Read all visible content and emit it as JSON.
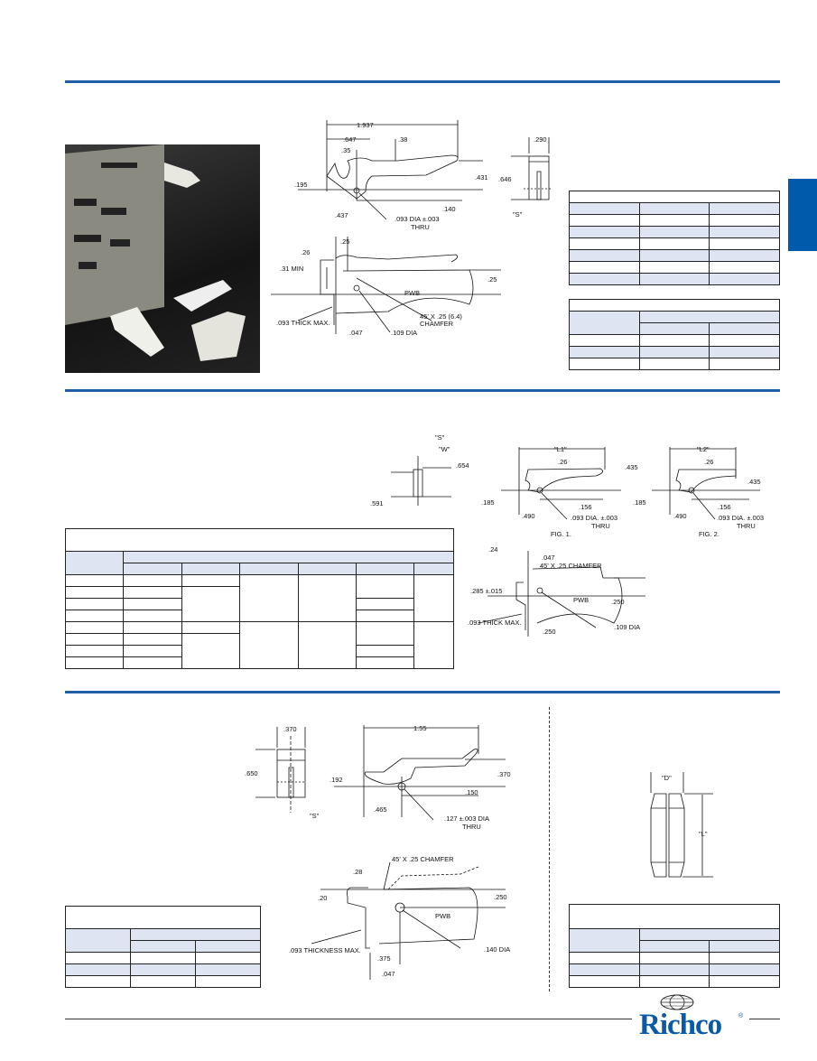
{
  "brand": {
    "logo_text": "Richco",
    "registered_mark": "®",
    "accent_color": "#1f5fa8",
    "tab_color": "#005aab",
    "table_shade": "#dfe4f2"
  },
  "section1": {
    "side_view": {
      "width": ".290",
      "height": ".646",
      "slot": "\"S\""
    },
    "profile": {
      "length": "1.937",
      "d647": ".647",
      "d38": ".38",
      "d35": ".35",
      "d195": ".195",
      "d431": ".431",
      "d140": ".140",
      "d437": ".437",
      "hole": ".093 DIA ±.003",
      "thru": "THRU"
    },
    "mount": {
      "d25a": ".25",
      "d26": ".26",
      "min": ".31 MIN",
      "d25b": ".25",
      "pwb": "PWB",
      "chamfer1": "45' X .25 (6.4)",
      "chamfer2": "CHAMFER",
      "thick": ".093 THICK MAX.",
      "d047": ".047",
      "dia": ".109 DIA"
    }
  },
  "section2": {
    "end_view": {
      "s": "\"S\"",
      "w": "\"W\"",
      "d654": ".654",
      "d591": ".591"
    },
    "fig1": {
      "l": "\"L1\"",
      "d26": ".26",
      "d435": ".435",
      "d185": ".185",
      "d156": ".156",
      "d490": ".490",
      "hole": ".093 DIA. ±.003",
      "thru": "THRU",
      "caption": "FIG. 1."
    },
    "fig2": {
      "l": "\"L2\"",
      "d26": ".26",
      "d435": ".435",
      "d185": ".185",
      "d156": ".156",
      "d490": ".490",
      "hole": ".093 DIA. ±.003",
      "thru": "THRU",
      "caption": "FIG. 2."
    },
    "mount": {
      "d24": ".24",
      "d047": ".047",
      "chamfer": "45' X .25 CHAMFER",
      "d285": ".285 ±.015",
      "pwb": "PWB",
      "d250a": ".250",
      "thick": ".093 THICK MAX.",
      "dia": ".109 DIA",
      "d250b": ".250"
    }
  },
  "section3": {
    "end_view": {
      "width": ".370",
      "height": ".650",
      "s": "\"S\""
    },
    "profile": {
      "length": "1.55",
      "d192": ".192",
      "d370": ".370",
      "d150": ".150",
      "d465": ".465",
      "hole": ".127 ±.003 DIA",
      "thru": "THRU"
    },
    "mount": {
      "chamfer": "45' X .25 CHAMFER",
      "d28": ".28",
      "d20": ".20",
      "d250": ".250",
      "pwb": "PWB",
      "thick": ".093 THICKNESS MAX.",
      "dia": ".140 DIA",
      "d375": ".375",
      "d047": ".047"
    },
    "pin": {
      "d": "\"D\"",
      "l": "\"L\""
    }
  }
}
